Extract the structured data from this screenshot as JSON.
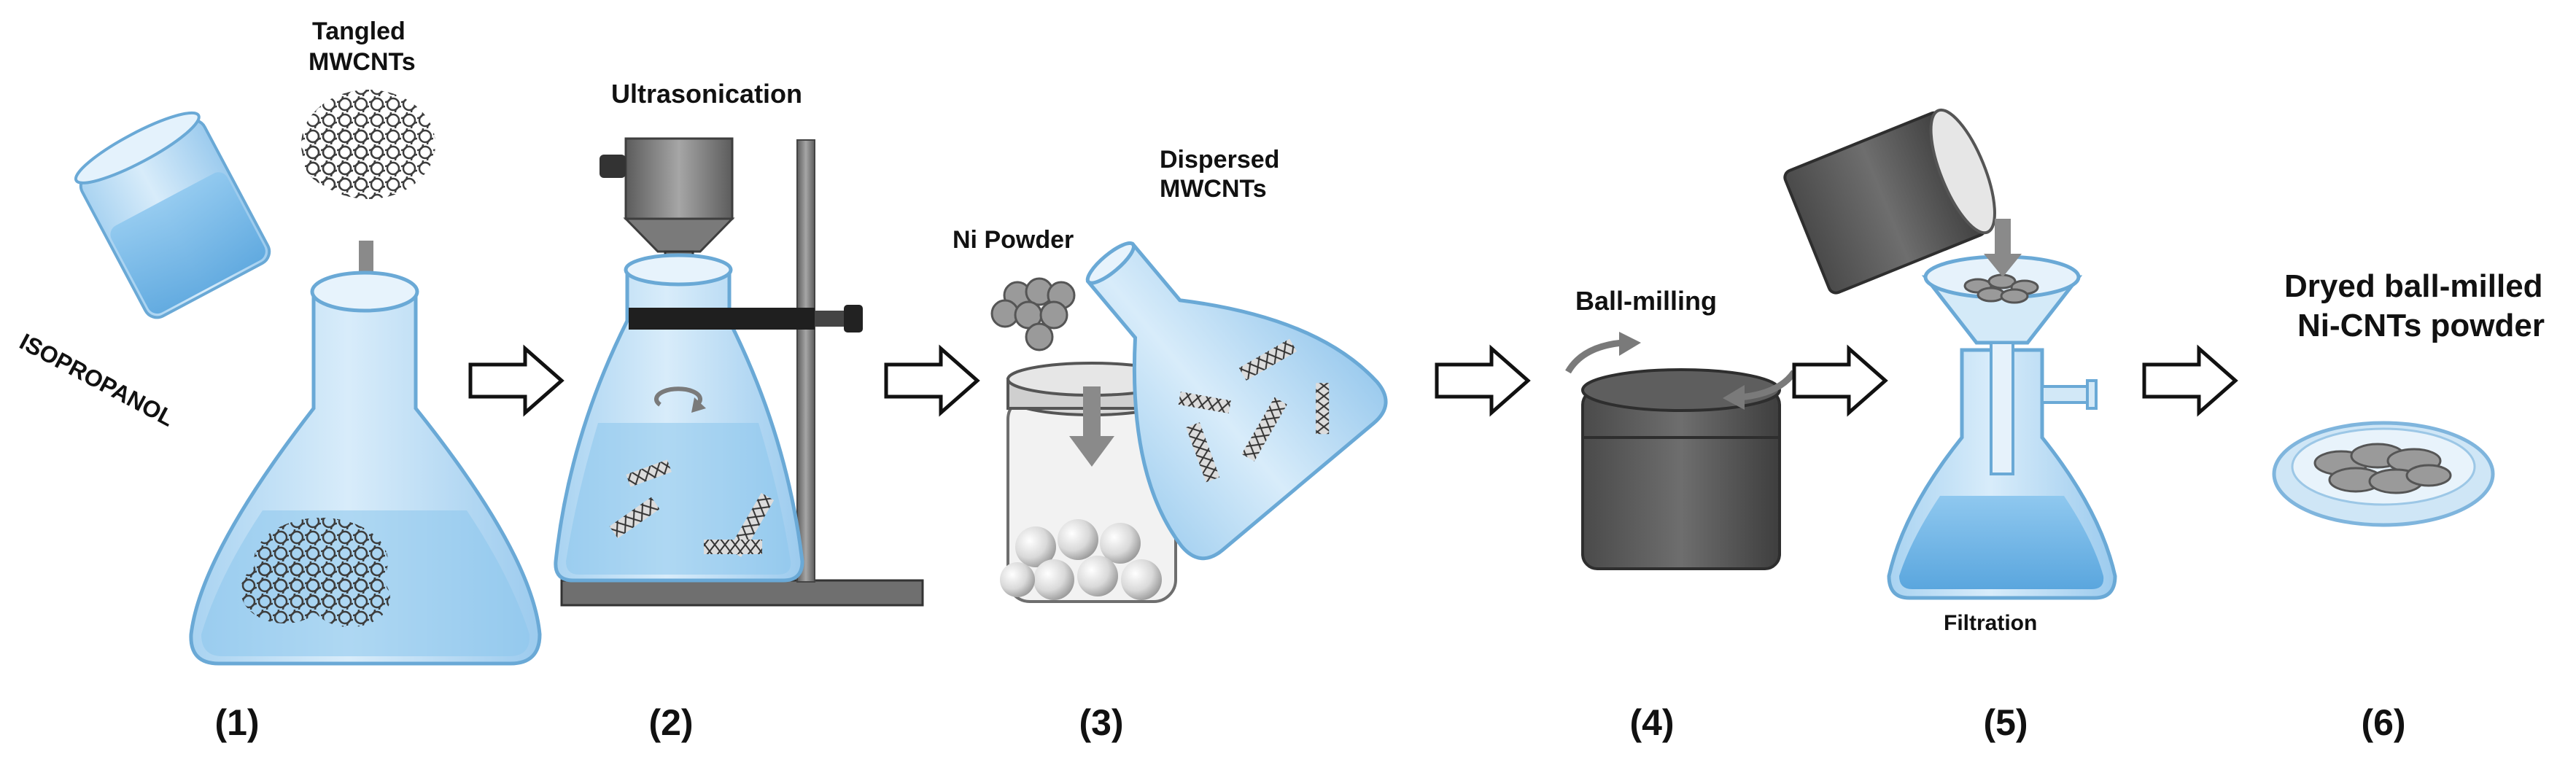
{
  "labels": {
    "tangled_line1": "Tangled",
    "tangled_line2": "MWCNTs",
    "isopropanol": "ISOPROPANOL",
    "ultrasonication": "Ultrasonication",
    "ni_powder": "Ni Powder",
    "dispersed_line1": "Dispersed",
    "dispersed_line2": "MWCNTs",
    "ball_milling": "Ball-milling",
    "filtration": "Filtration",
    "dryed_line1": "Dryed ball-milled",
    "dryed_line2": "Ni-CNTs powder"
  },
  "steps": [
    "(1)",
    "(2)",
    "(3)",
    "(4)",
    "(5)",
    "(6)"
  ],
  "colors": {
    "glass_fill": "#bfe0f5",
    "glass_edge": "#6aa9d6",
    "liquid": "#7dbde8",
    "metal_dark": "#666666",
    "metal_mid": "#8c8c8c",
    "metal_light": "#bdbdbd",
    "cnt": "#444444"
  },
  "icons": {
    "arrow": "process-arrow-icon",
    "rotate": "rotation-arrows-icon"
  }
}
